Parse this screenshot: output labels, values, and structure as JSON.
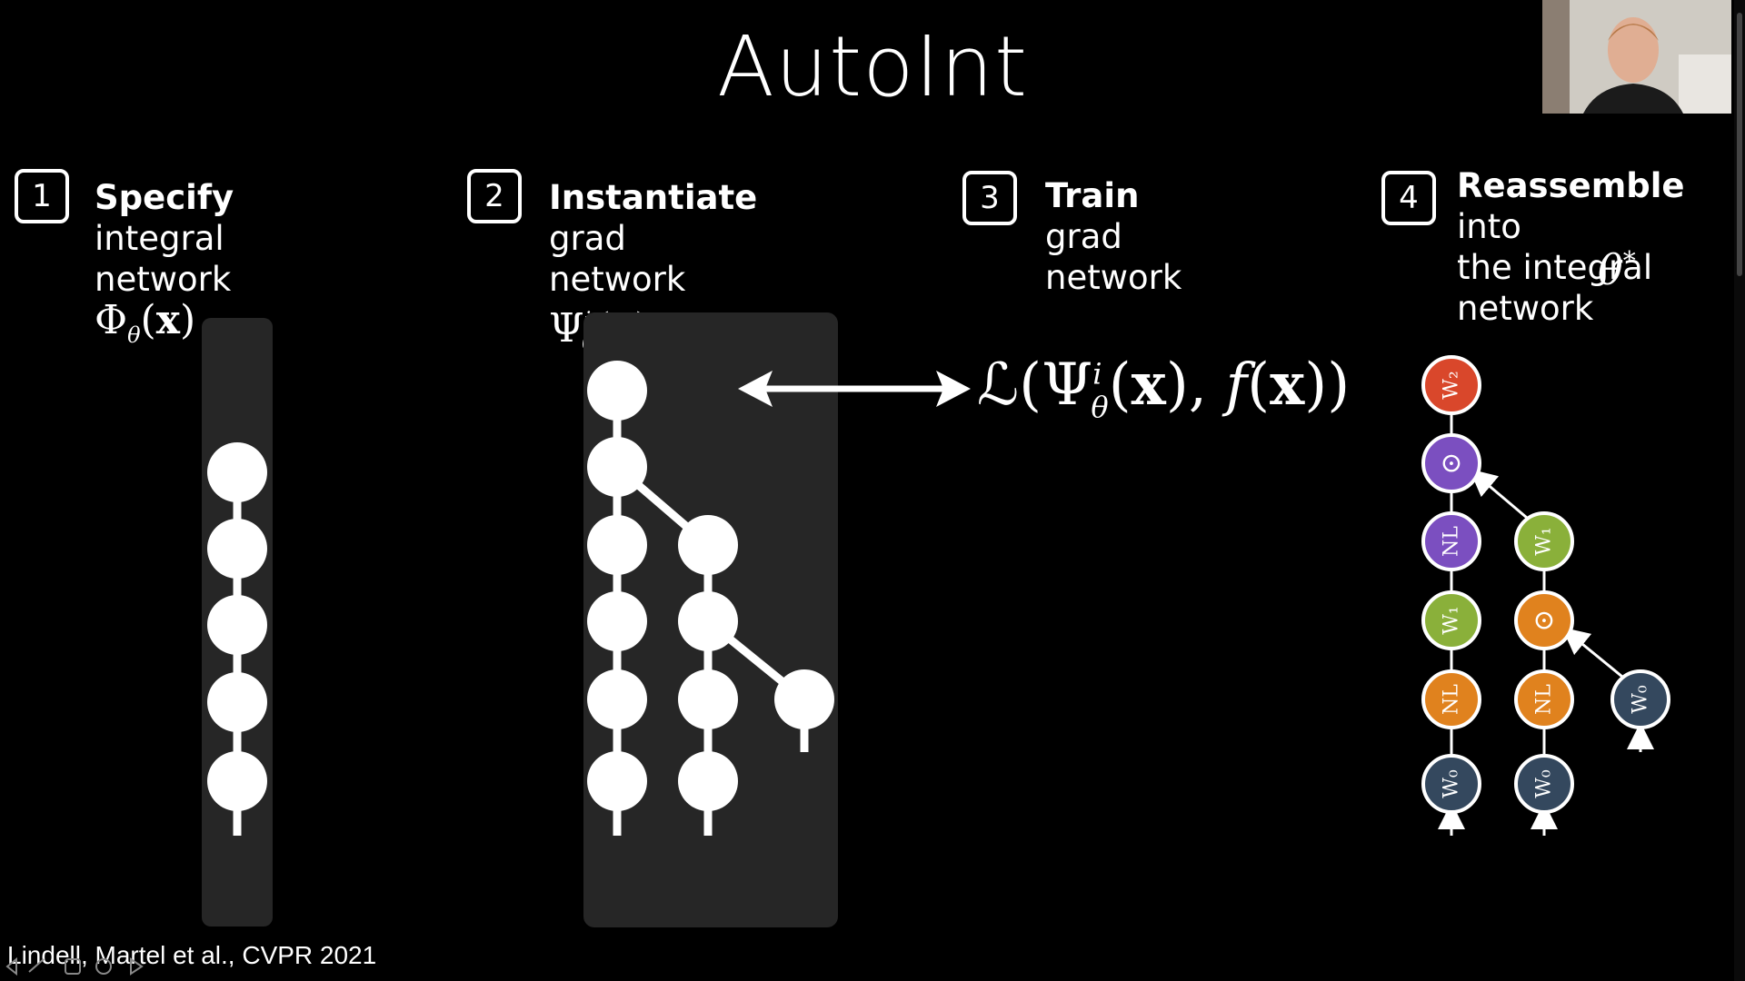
{
  "slide": {
    "title": "AutoInt",
    "citation": "Lindell, Martel et al., CVPR 2021"
  },
  "steps": [
    {
      "number": "1",
      "bold": "Specify",
      "rest": " integral",
      "line2": "network"
    },
    {
      "number": "2",
      "bold": "Instantiate",
      "rest": " grad",
      "line2": "network"
    },
    {
      "number": "3",
      "bold": "Train",
      "rest": " grad network"
    },
    {
      "number": "4",
      "bold": "Reassemble",
      "rest": " into",
      "line2": "the integral",
      "line3": "network"
    }
  ],
  "nodes": {
    "w2": "W₂",
    "w1": "W₁",
    "w0": "W₀",
    "nl": "NL",
    "mul": "⊙"
  },
  "colors": {
    "red": "#d9472b",
    "purple": "#7b4fc0",
    "green": "#8ab03a",
    "orange": "#e0821e",
    "navy": "#34485e",
    "panel": "#262626"
  }
}
